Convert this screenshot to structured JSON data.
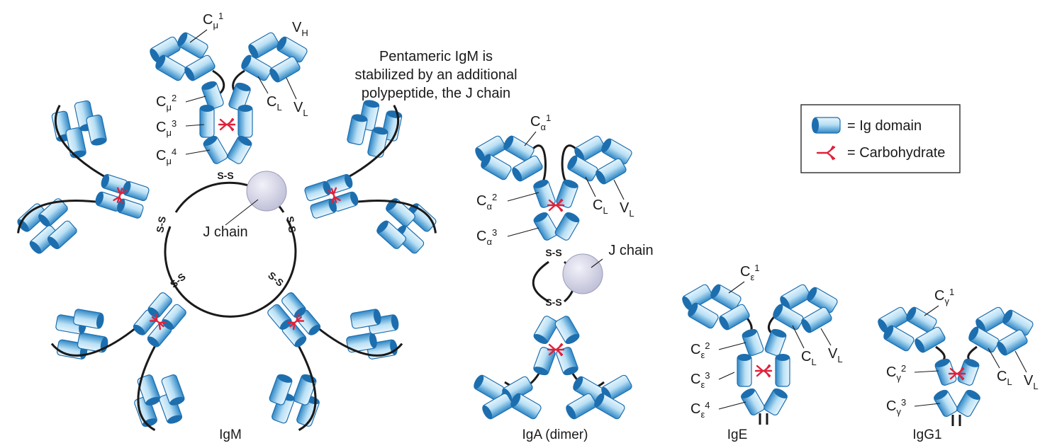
{
  "figure": {
    "note": [
      "Pentameric IgM is",
      "stabilized by an additional",
      "polypeptide, the J chain"
    ],
    "legend": {
      "domain_label": "= Ig domain",
      "carb_label": "= Carbohydrate"
    },
    "j_chain": "J chain",
    "disulfide": "S-S",
    "igm": {
      "name": "IgM",
      "labels": [
        {
          "base": "C",
          "sub": "μ",
          "num": "1"
        },
        {
          "base": "C",
          "sub": "μ",
          "num": "2"
        },
        {
          "base": "C",
          "sub": "μ",
          "num": "3"
        },
        {
          "base": "C",
          "sub": "μ",
          "num": "4"
        },
        {
          "base": "V",
          "sub": "H"
        },
        {
          "base": "C",
          "sub": "L"
        },
        {
          "base": "V",
          "sub": "L"
        }
      ]
    },
    "iga": {
      "name": "IgA (dimer)",
      "labels": [
        {
          "base": "C",
          "sub": "α",
          "num": "1"
        },
        {
          "base": "C",
          "sub": "α",
          "num": "2"
        },
        {
          "base": "C",
          "sub": "α",
          "num": "3"
        },
        {
          "base": "C",
          "sub": "L"
        },
        {
          "base": "V",
          "sub": "L"
        }
      ]
    },
    "ige": {
      "name": "IgE",
      "labels": [
        {
          "base": "C",
          "sub": "ε",
          "num": "1"
        },
        {
          "base": "C",
          "sub": "ε",
          "num": "2"
        },
        {
          "base": "C",
          "sub": "ε",
          "num": "3"
        },
        {
          "base": "C",
          "sub": "ε",
          "num": "4"
        },
        {
          "base": "C",
          "sub": "L"
        },
        {
          "base": "V",
          "sub": "L"
        }
      ]
    },
    "igg1": {
      "name": "IgG1",
      "labels": [
        {
          "base": "C",
          "sub": "γ",
          "num": "1"
        },
        {
          "base": "C",
          "sub": "γ",
          "num": "2"
        },
        {
          "base": "C",
          "sub": "γ",
          "num": "3"
        },
        {
          "base": "C",
          "sub": "L"
        },
        {
          "base": "V",
          "sub": "L"
        }
      ]
    },
    "colors": {
      "domain_light": "#e6f4fc",
      "domain_mid": "#9fd0ee",
      "domain_dark": "#2a7fc0",
      "domain_end": "#1d6eae",
      "carbohydrate": "#e0213a",
      "j_chain_fill": "#d3d3e6",
      "line": "#1a1a1a"
    }
  }
}
